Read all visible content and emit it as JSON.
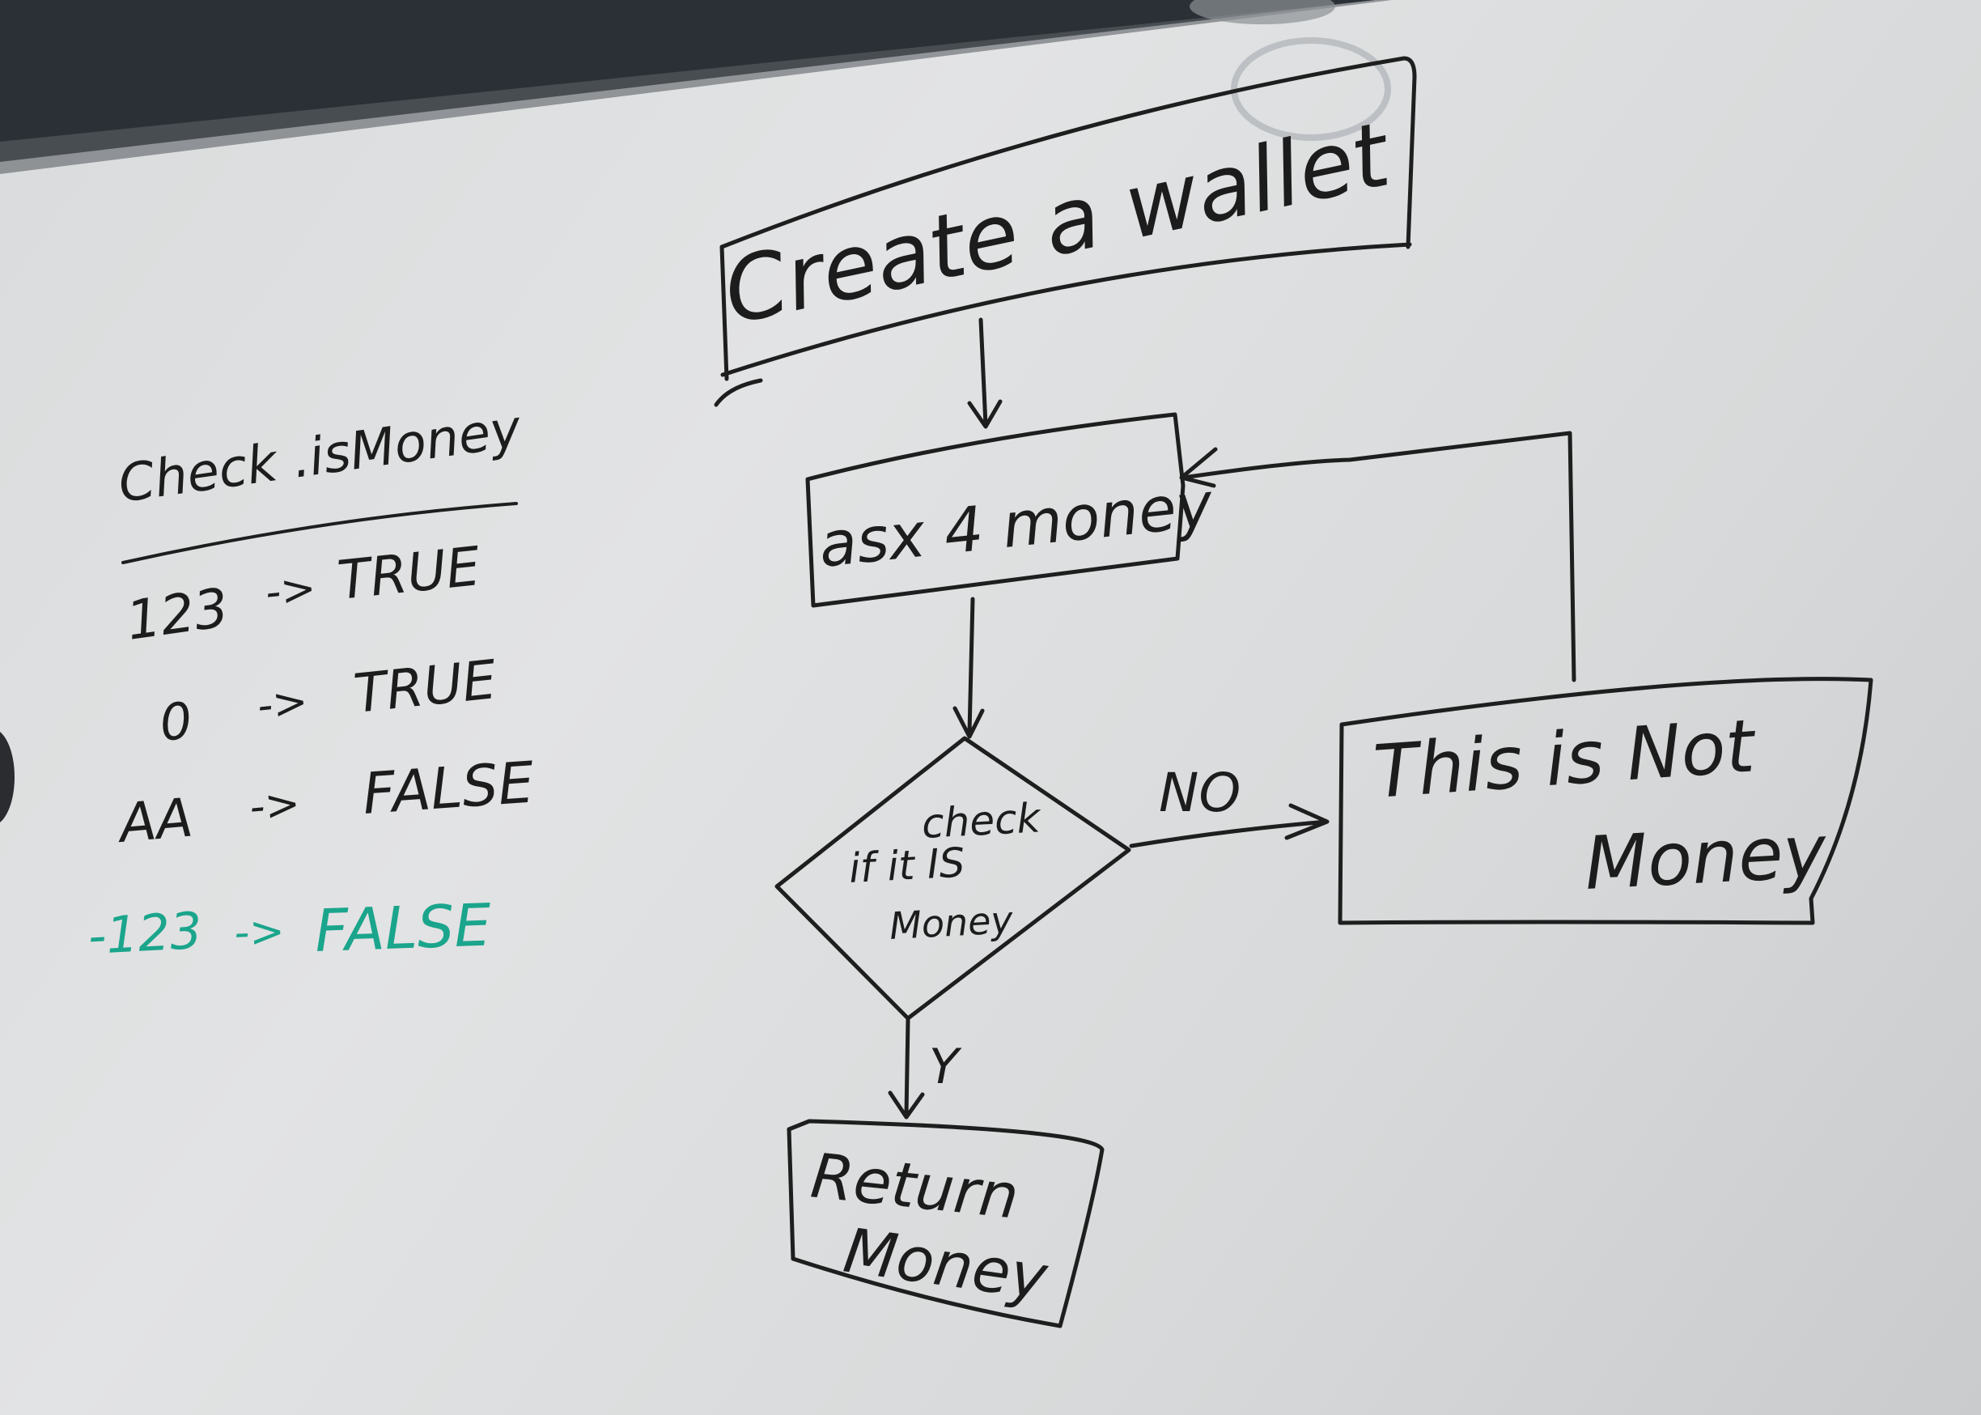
{
  "colors": {
    "board": "#dfe0e1",
    "ink": "#1e1e1e",
    "green_ink": "#1aa58c",
    "frame": "#2b3036"
  },
  "side_table": {
    "title": "Check .isMoney",
    "rows": [
      {
        "input": "123",
        "arrow": "->",
        "result": "TRUE"
      },
      {
        "input": "0",
        "arrow": "->",
        "result": "TRUE"
      },
      {
        "input": "AA",
        "arrow": "->",
        "result": "FALSE"
      },
      {
        "input": "-123",
        "arrow": "->",
        "result": "FALSE"
      }
    ]
  },
  "flowchart": {
    "start": "Create a wallet",
    "ask": "asx 4 money",
    "decision": [
      "check",
      "if it IS",
      "Money"
    ],
    "no_label": "NO",
    "yes_label": "Y",
    "not_money": [
      "This is Not",
      "Money"
    ],
    "return": [
      "Return",
      "Money"
    ]
  }
}
